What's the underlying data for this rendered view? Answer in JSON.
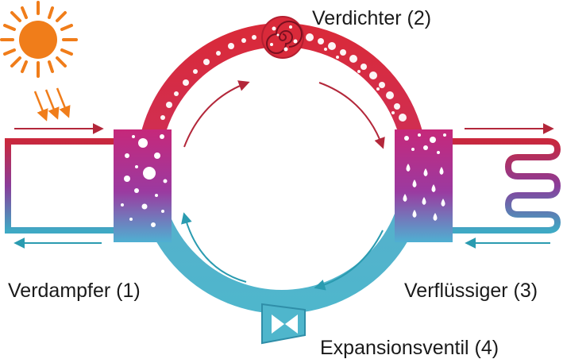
{
  "labels": {
    "compressor": "Verdichter (2)",
    "evaporator": "Verdampfer (1)",
    "condenser": "Verflüssiger (3)",
    "expansion_valve": "Expansionsventil (4)"
  },
  "colors": {
    "hot": "#d9283c",
    "cold": "#4fb3c9",
    "magenta": "#a8338a",
    "sun": "#f07d1a",
    "arrow_red": "#b3273a",
    "arrow_teal": "#2a9bb0"
  }
}
